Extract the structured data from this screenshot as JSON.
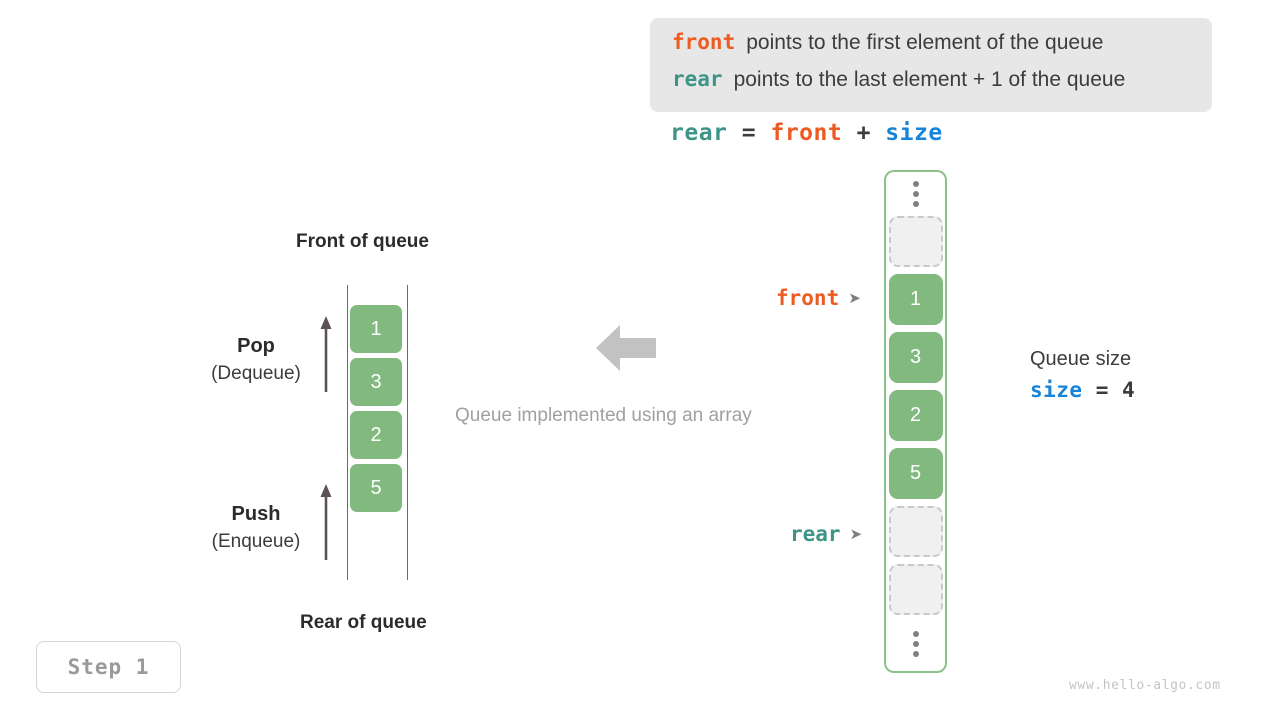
{
  "legend": {
    "lines": [
      {
        "keyword": "front",
        "keyword_color": "#ec5b21",
        "text": "points to the first element of the queue"
      },
      {
        "keyword": "rear",
        "keyword_color": "#3d9487",
        "text": "points to the last element + 1 of the queue"
      }
    ],
    "background": "#e7e7e7"
  },
  "equation": {
    "lhs": "rear",
    "eq": "=",
    "rhs1": "front",
    "plus": "+",
    "rhs2": "size"
  },
  "left_diagram": {
    "top_label": "Front of queue",
    "bottom_label": "Rear of queue",
    "pop": {
      "title": "Pop",
      "subtitle": "(Dequeue)"
    },
    "push": {
      "title": "Push",
      "subtitle": "(Enqueue)"
    },
    "cells": [
      "1",
      "3",
      "2",
      "5"
    ]
  },
  "center": {
    "caption": "Queue implemented using an array",
    "arrow_direction": "left",
    "arrow_color": "#c2c2c2"
  },
  "array": {
    "border_color": "#8cc28a",
    "top_ellipsis": "⋮",
    "bottom_ellipsis": "⋮",
    "cells": [
      {
        "value": "",
        "state": "empty"
      },
      {
        "value": "1",
        "state": "filled"
      },
      {
        "value": "3",
        "state": "filled"
      },
      {
        "value": "2",
        "state": "filled"
      },
      {
        "value": "5",
        "state": "filled"
      },
      {
        "value": "",
        "state": "empty"
      },
      {
        "value": "",
        "state": "empty"
      }
    ],
    "pointers": {
      "front": {
        "label": "front",
        "color": "#ec5b21",
        "arrow": "➤"
      },
      "rear": {
        "label": "rear",
        "color": "#3d9487",
        "arrow": "➤"
      }
    }
  },
  "queue_size": {
    "title": "Queue size",
    "var": "size",
    "eq": "=",
    "value": "4"
  },
  "step_badge": {
    "label": "Step 1"
  },
  "watermark": {
    "text": "www.hello-algo.com"
  },
  "colors": {
    "filled_cell": "#82b97f",
    "empty_cell_fill": "#f0f0f0",
    "empty_cell_border": "#c9c9c9",
    "front": "#ec5b21",
    "rear": "#3d9487",
    "size": "#1684d8",
    "text": "#3c3c3c"
  }
}
